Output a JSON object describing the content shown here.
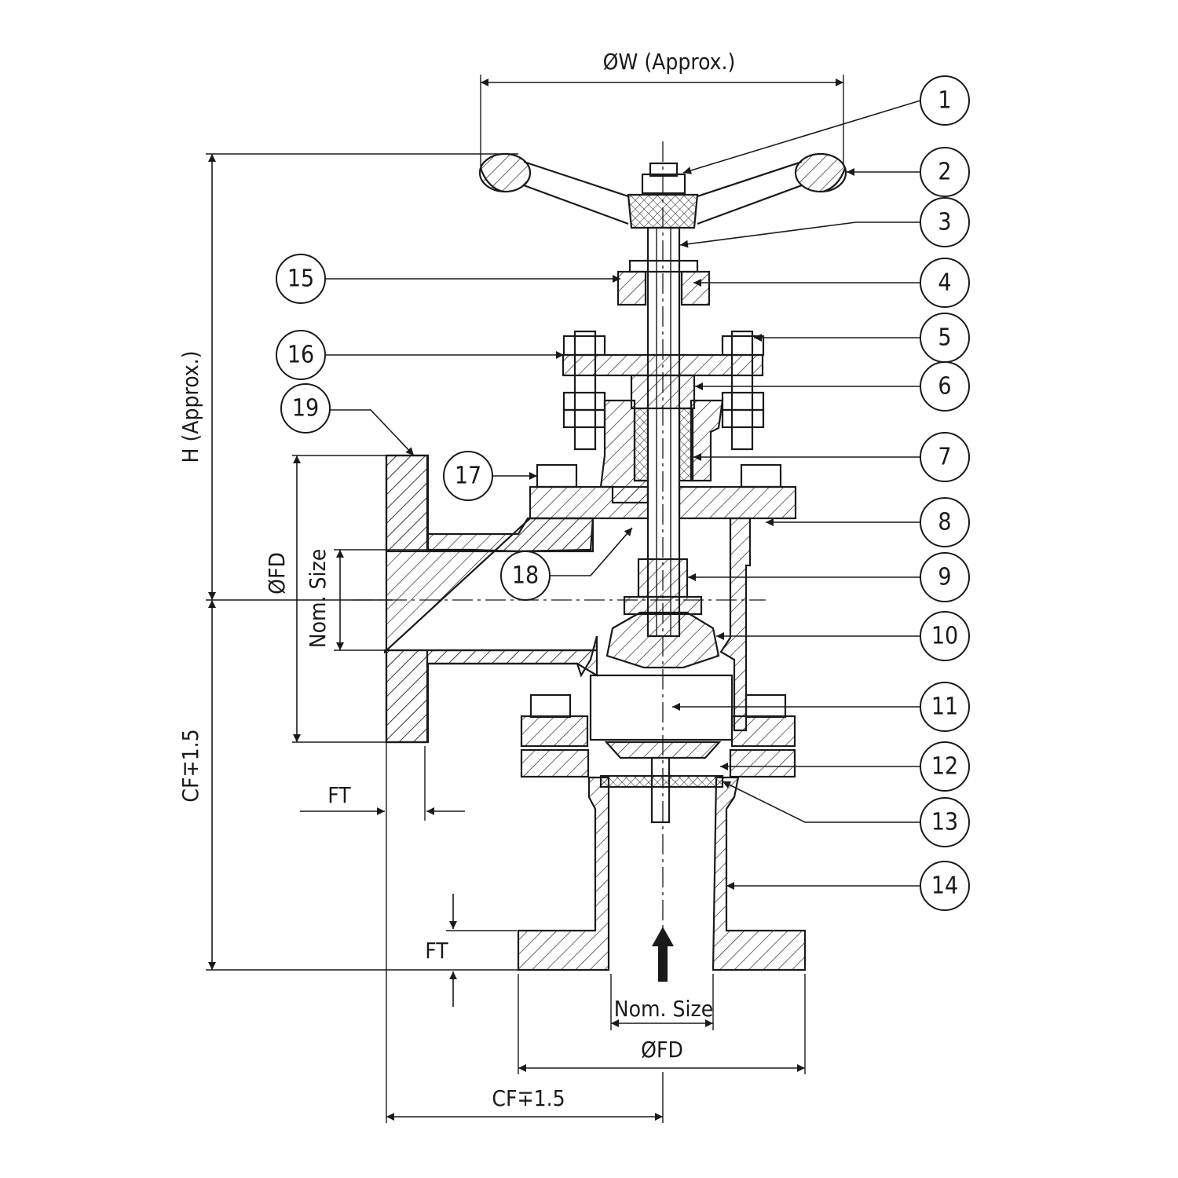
{
  "dimensions": {
    "handwheel_diameter": "ØW (Approx.)",
    "height": "H (Approx.)",
    "flange_diameter_side": "ØFD",
    "flange_diameter_bottom": "ØFD",
    "nominal_size_side": "Nom. Size",
    "nominal_size_bottom": "Nom. Size",
    "flange_thickness_side": "FT",
    "flange_thickness_bottom": "FT",
    "center_to_face_vertical": "CF∓1.5",
    "center_to_face_horizontal": "CF∓1.5"
  },
  "callouts": [
    {
      "number": "1"
    },
    {
      "number": "2"
    },
    {
      "number": "3"
    },
    {
      "number": "4"
    },
    {
      "number": "5"
    },
    {
      "number": "6"
    },
    {
      "number": "7"
    },
    {
      "number": "8"
    },
    {
      "number": "9"
    },
    {
      "number": "10"
    },
    {
      "number": "11"
    },
    {
      "number": "12"
    },
    {
      "number": "13"
    },
    {
      "number": "14"
    },
    {
      "number": "15"
    },
    {
      "number": "16"
    },
    {
      "number": "17"
    },
    {
      "number": "18"
    },
    {
      "number": "19"
    }
  ]
}
